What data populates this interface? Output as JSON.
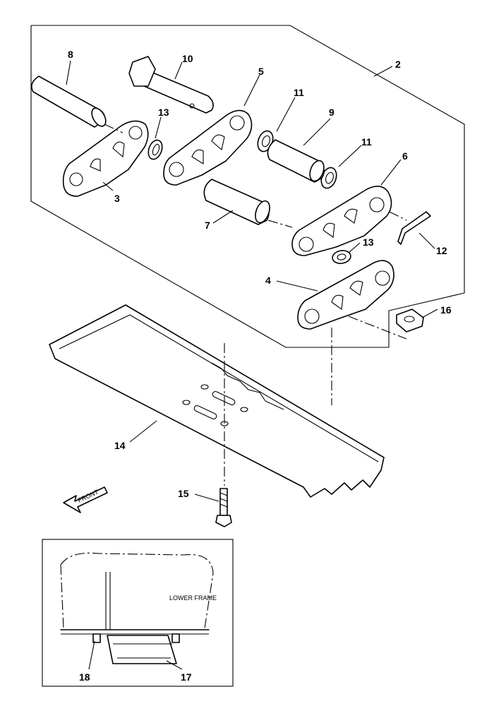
{
  "callouts": {
    "c2": "2",
    "c3": "3",
    "c4": "4",
    "c5": "5",
    "c6": "6",
    "c7": "7",
    "c8": "8",
    "c9": "9",
    "c10": "10",
    "c11a": "11",
    "c11b": "11",
    "c12": "12",
    "c13a": "13",
    "c13b": "13",
    "c14": "14",
    "c15": "15",
    "c16": "16",
    "c17": "17",
    "c18": "18"
  },
  "labels": {
    "front": "FRONT",
    "lower_frame": "LOWER FRAME"
  }
}
